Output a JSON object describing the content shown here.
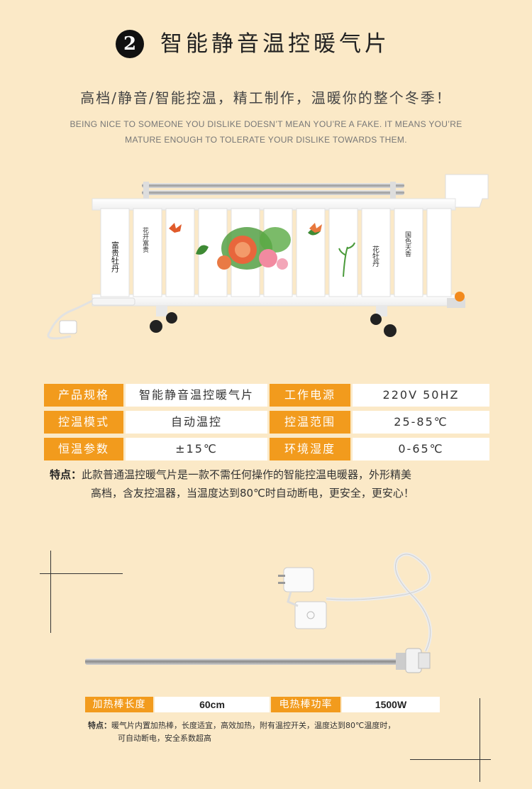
{
  "header": {
    "badge_number": "2",
    "title": "智能静音温控暖气片",
    "subtitle": "高档/静音/智能控温，精工制作，温暖你的整个冬季！",
    "slogan_line1": "BEING NICE TO SOMEONE YOU DISLIKE DOESN’T MEAN YOU’RE A FAKE. IT MEANS YOU’RE",
    "slogan_line2": "MATURE ENOUGH TO TOLERATE YOUR DISLIKE TOWARDS THEM."
  },
  "heater_image": {
    "panel_texts": [
      "富贵牡丹",
      "花开富贵",
      "花牡丹",
      "国色天香"
    ]
  },
  "spec_table": {
    "rows": [
      {
        "label1": "产品规格",
        "value1": "智能静音温控暖气片",
        "label2": "工作电源",
        "value2": "220V 50HZ"
      },
      {
        "label1": "控温模式",
        "value1": "自动温控",
        "label2": "控温范围",
        "value2": "25-85℃"
      },
      {
        "label1": "恒温参数",
        "value1": "±15℃",
        "label2": "环境湿度",
        "value2": "0-65℃"
      }
    ]
  },
  "feature_note": {
    "key": "特点：",
    "line1": "此款普通温控暖气片是一款不需任何操作的智能控温电暖器，外形精美",
    "line2": "高档，含友控温器，当温度达到80℃时自动断电，更安全，更安心！"
  },
  "rod_spec": {
    "label1": "加热棒长度",
    "value1": "60cm",
    "label2": "电热棒功率",
    "value2": "1500W"
  },
  "rod_note": {
    "key": "特点：",
    "line1": "暖气片内置加热棒，长度适宜，高效加热，附有温控开关，温度达到80℃温度时，",
    "line2": "可自动断电，安全系数超高"
  },
  "colors": {
    "background": "#fbe9c7",
    "accent_orange": "#f29b1d",
    "badge": "#111111"
  }
}
